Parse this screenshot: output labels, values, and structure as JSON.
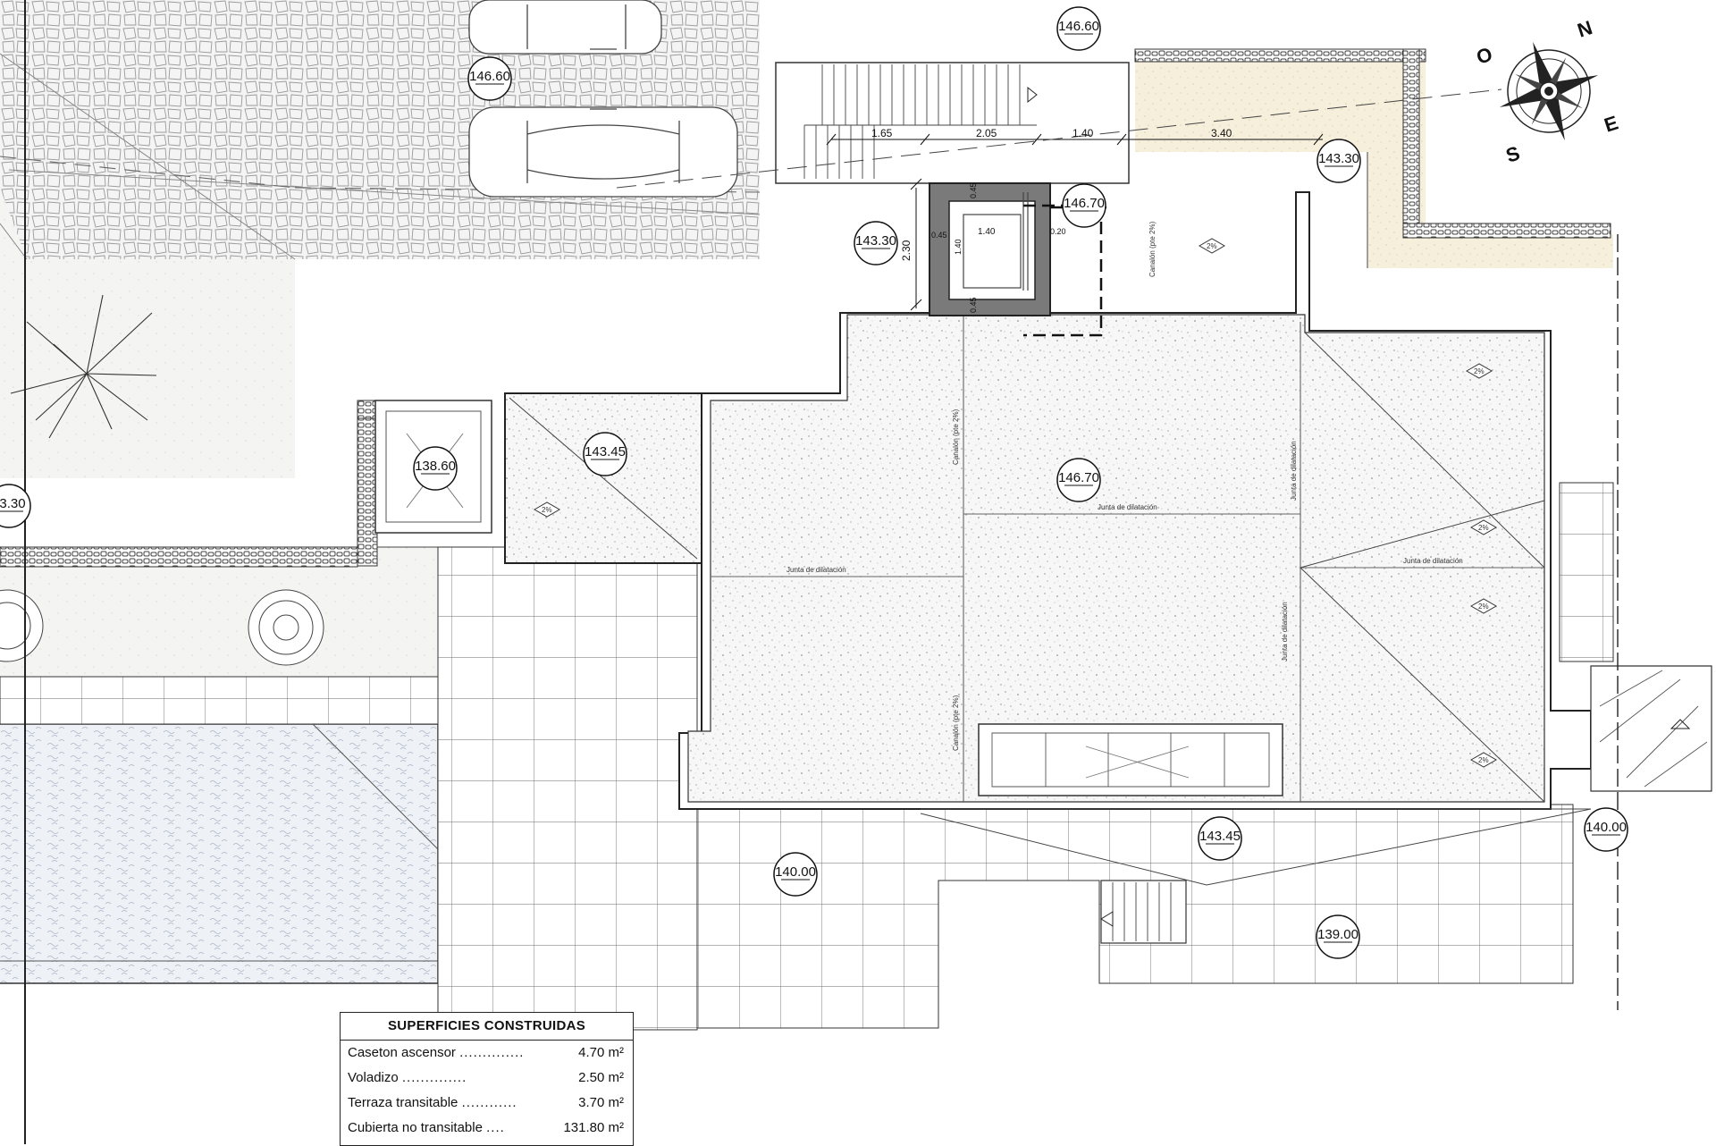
{
  "levels": {
    "l1": "146.60",
    "l2": "146.60",
    "l3": "143.30",
    "l4": "143.30",
    "l5": "146.70",
    "l6": "138.60",
    "l7": "143.45",
    "l8": "146.70",
    "l9": "3.30",
    "l10": "140.00",
    "l11": "143.45",
    "l12": "140.00",
    "l13": "139.00"
  },
  "dimensions": {
    "d1": "1.65",
    "d2": "2.05",
    "d3": "1.40",
    "d4": "3.40",
    "lift_width": "1.40",
    "lift_depth": "1.40",
    "lift_height": "2.30",
    "wall_left": "0.45",
    "wall_right": "0.20",
    "wall_top": "0.45",
    "wall_bottom": "0.45"
  },
  "annotations": {
    "joint1": "Junta de dilatación",
    "joint2": "Junta de dilatación",
    "joint3": "Junta de dilatación",
    "joint4": "Junta de dilatación",
    "joint5": "Junta de dilatación",
    "gutter1": "Canalón (pte 2%)",
    "gutter2": "Canalón (pte 2%)",
    "gutter3": "Canalón (pte 2%)",
    "slope": "2%"
  },
  "compass": {
    "n": "N",
    "e": "E",
    "s": "S",
    "o": "O"
  },
  "legend": {
    "title": "SUPERFICIES CONSTRUIDAS",
    "rows": [
      {
        "label": "Caseton ascensor",
        "dots": "..............",
        "value": "4.70 m²"
      },
      {
        "label": "Voladizo",
        "dots": "..............",
        "value": "2.50 m²"
      },
      {
        "label": "Terraza transitable",
        "dots": "............",
        "value": "3.70 m²"
      },
      {
        "label": "Cubierta no transitable",
        "dots": "....",
        "value": "131.80 m²"
      }
    ]
  }
}
